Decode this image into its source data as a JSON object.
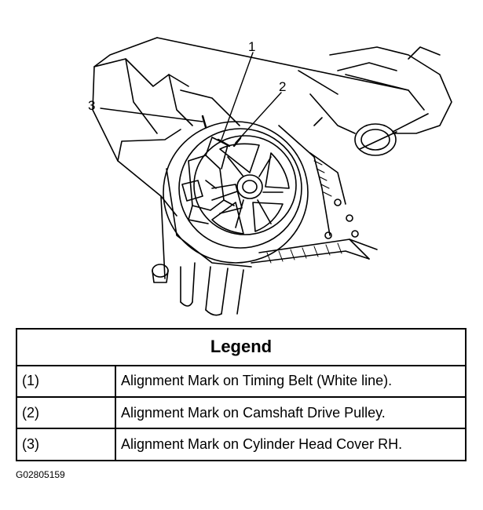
{
  "callouts": [
    "1",
    "2",
    "3"
  ],
  "legend": {
    "title": "Legend",
    "rows": [
      {
        "num": "(1)",
        "text": "Alignment Mark on Timing Belt (White line)."
      },
      {
        "num": "(2)",
        "text": "Alignment Mark on Camshaft Drive Pulley."
      },
      {
        "num": "(3)",
        "text": "Alignment Mark on Cylinder Head Cover RH."
      }
    ]
  },
  "figure_code": "G02805159",
  "colors": {
    "line": "#000000",
    "background": "#ffffff"
  }
}
